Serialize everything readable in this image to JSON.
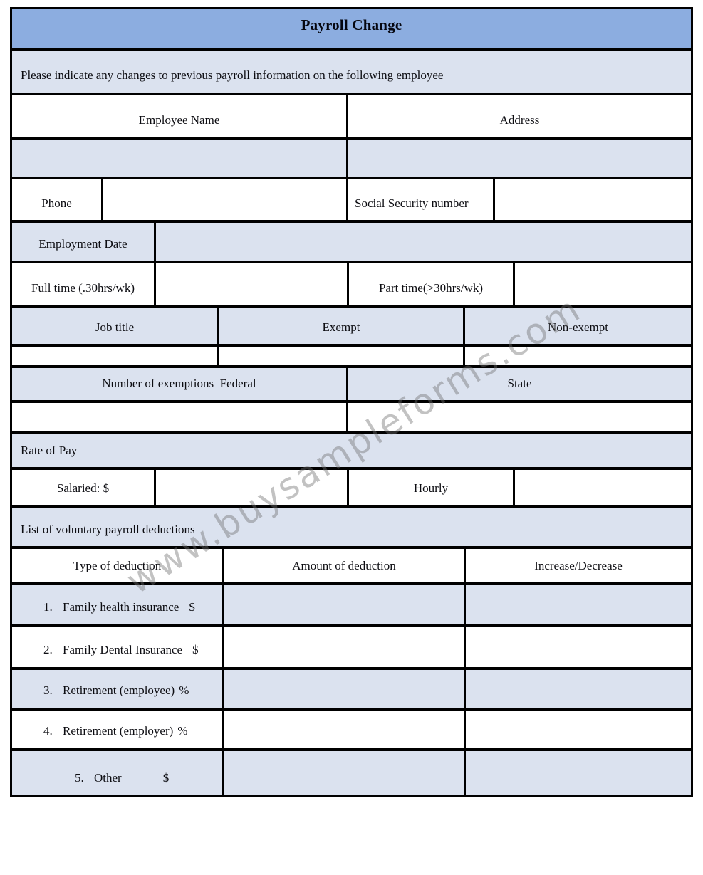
{
  "title": "Payroll Change",
  "intro": "Please indicate any changes to previous payroll information on the following employee",
  "labels": {
    "employee_name": "Employee Name",
    "address": "Address",
    "phone": "Phone",
    "social_security": "Social Security number",
    "employment_date": "Employment Date",
    "full_time": "Full time (.30hrs/wk)",
    "part_time": "Part time(>30hrs/wk)",
    "job_title": "Job title",
    "exempt": "Exempt",
    "non_exempt": "Non-exempt",
    "exemptions_federal": "Number of exemptions  Federal",
    "state": "State",
    "rate_of_pay": "Rate of Pay",
    "salaried": "Salaried: $",
    "hourly": "Hourly",
    "deductions_heading": "List of voluntary payroll deductions"
  },
  "deductions": {
    "headers": [
      "Type of deduction",
      "Amount of deduction",
      "Increase/Decrease"
    ],
    "rows": [
      {
        "num": "1.",
        "label": "Family health insurance",
        "unit": "$"
      },
      {
        "num": "2.",
        "label": "Family Dental Insurance",
        "unit": "$"
      },
      {
        "num": "3.",
        "label": "Retirement (employee)",
        "unit": "%"
      },
      {
        "num": "4.",
        "label": "Retirement (employer)",
        "unit": "%"
      },
      {
        "num": "5.",
        "label": "Other",
        "unit": "$"
      }
    ]
  },
  "watermark": "www.buysampleforms.com",
  "colors": {
    "title_bar_bg": "#8cade0",
    "shaded_row_bg": "#dbe2ef",
    "border": "#000000",
    "watermark_gray": "#6e6e6e"
  }
}
